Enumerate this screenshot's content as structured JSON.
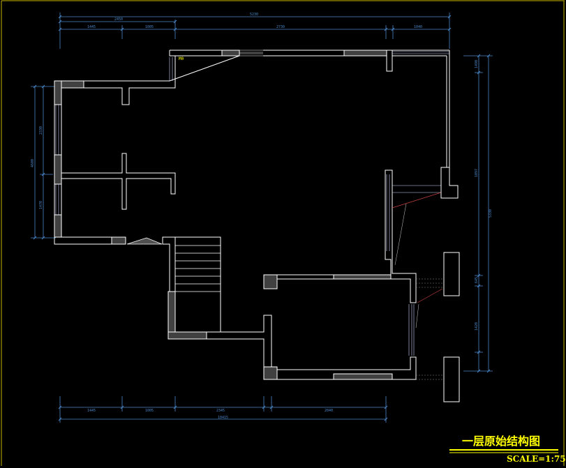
{
  "title_block": {
    "title": "一层原始结构图",
    "scale": "SCALE=1:75"
  },
  "dimensions": {
    "top_overall": "5230",
    "top_left_group": "2450",
    "top_segments": [
      "1445",
      "1005",
      "2730",
      "1040"
    ],
    "bottom_overall": "10415",
    "bottom_segments": [
      "1445",
      "1005",
      "2345",
      "2040"
    ],
    "left_overall": "4600",
    "left_segments": [
      "2330",
      "1470"
    ],
    "right_overall": "5330",
    "right_segments": [
      "1490",
      "1097",
      "645",
      "1420"
    ]
  },
  "annotations": {
    "small_label": "M0"
  },
  "colors": {
    "background": "#000000",
    "wall_outline": "#ffffff",
    "column_fill": "#404040",
    "dimension": "#4a86c8",
    "title": "#ffff00"
  }
}
